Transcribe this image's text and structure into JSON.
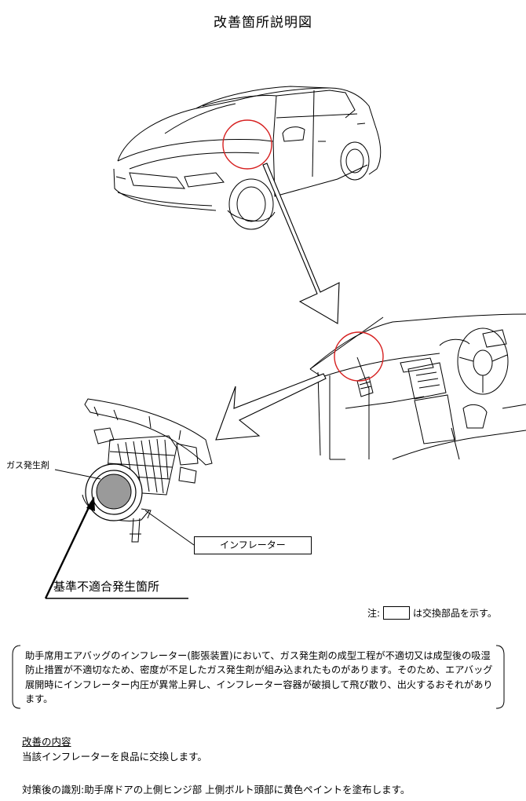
{
  "title": "改善箇所説明図",
  "labels": {
    "gas_generant": "ガス発生剤",
    "inflator": "インフレーター",
    "defect_location": "基準不適合発生箇所"
  },
  "note": {
    "prefix": "注:",
    "suffix": "は交換部品を示す。"
  },
  "description": "助手席用エアバッグのインフレーター(膨張装置)において、ガス発生剤の成型工程が不適切又は成型後の吸湿防止措置が不適切なため、密度が不足したガス発生剤が組み込まれたものがあります。そのため、エアバッグ展開時にインフレーター内圧が異常上昇し、インフレーター容器が破損して飛び散り、出火するおそれがあります。",
  "improvement": {
    "heading": "改善の内容",
    "text": "当該インフレーターを良品に交換します。"
  },
  "identification": "対策後の識別:助手席ドアの上側ヒンジ部 上側ボルト頭部に黄色ペイントを塗布します。",
  "colors": {
    "highlight_circle": "#d62020",
    "inflator_fill": "#9a9a9a",
    "line": "#000000"
  }
}
